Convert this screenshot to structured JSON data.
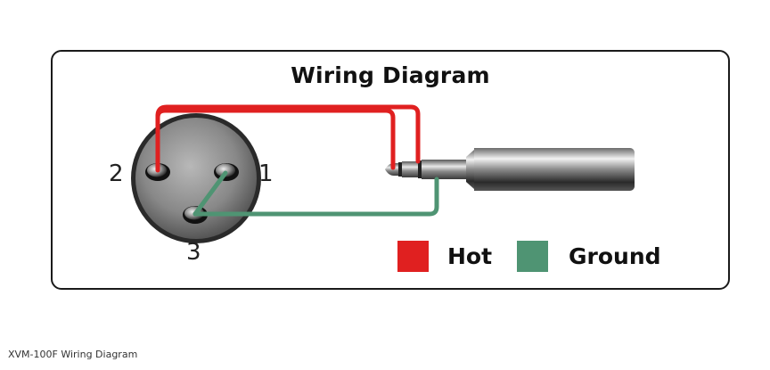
{
  "diagram": {
    "title": "Wiring Diagram",
    "xlr_connector": {
      "pins": [
        {
          "id": "1",
          "label": "1"
        },
        {
          "id": "2",
          "label": "2"
        },
        {
          "id": "3",
          "label": "3"
        }
      ]
    },
    "jack": {
      "name": "stereo-jack-plug"
    },
    "wires": [
      {
        "name": "Hot",
        "color": "#e02020",
        "from_pin": "2"
      },
      {
        "name": "Ground",
        "color": "#4f9473",
        "from_pin": "3"
      }
    ],
    "legend": [
      {
        "label": "Hot",
        "color": "#e02020"
      },
      {
        "label": "Ground",
        "color": "#4f9473"
      }
    ]
  },
  "caption": "XVM-100F Wiring Diagram",
  "colors": {
    "hot": "#e02020",
    "ground": "#4f9473",
    "frame": "#1a1a1a"
  }
}
